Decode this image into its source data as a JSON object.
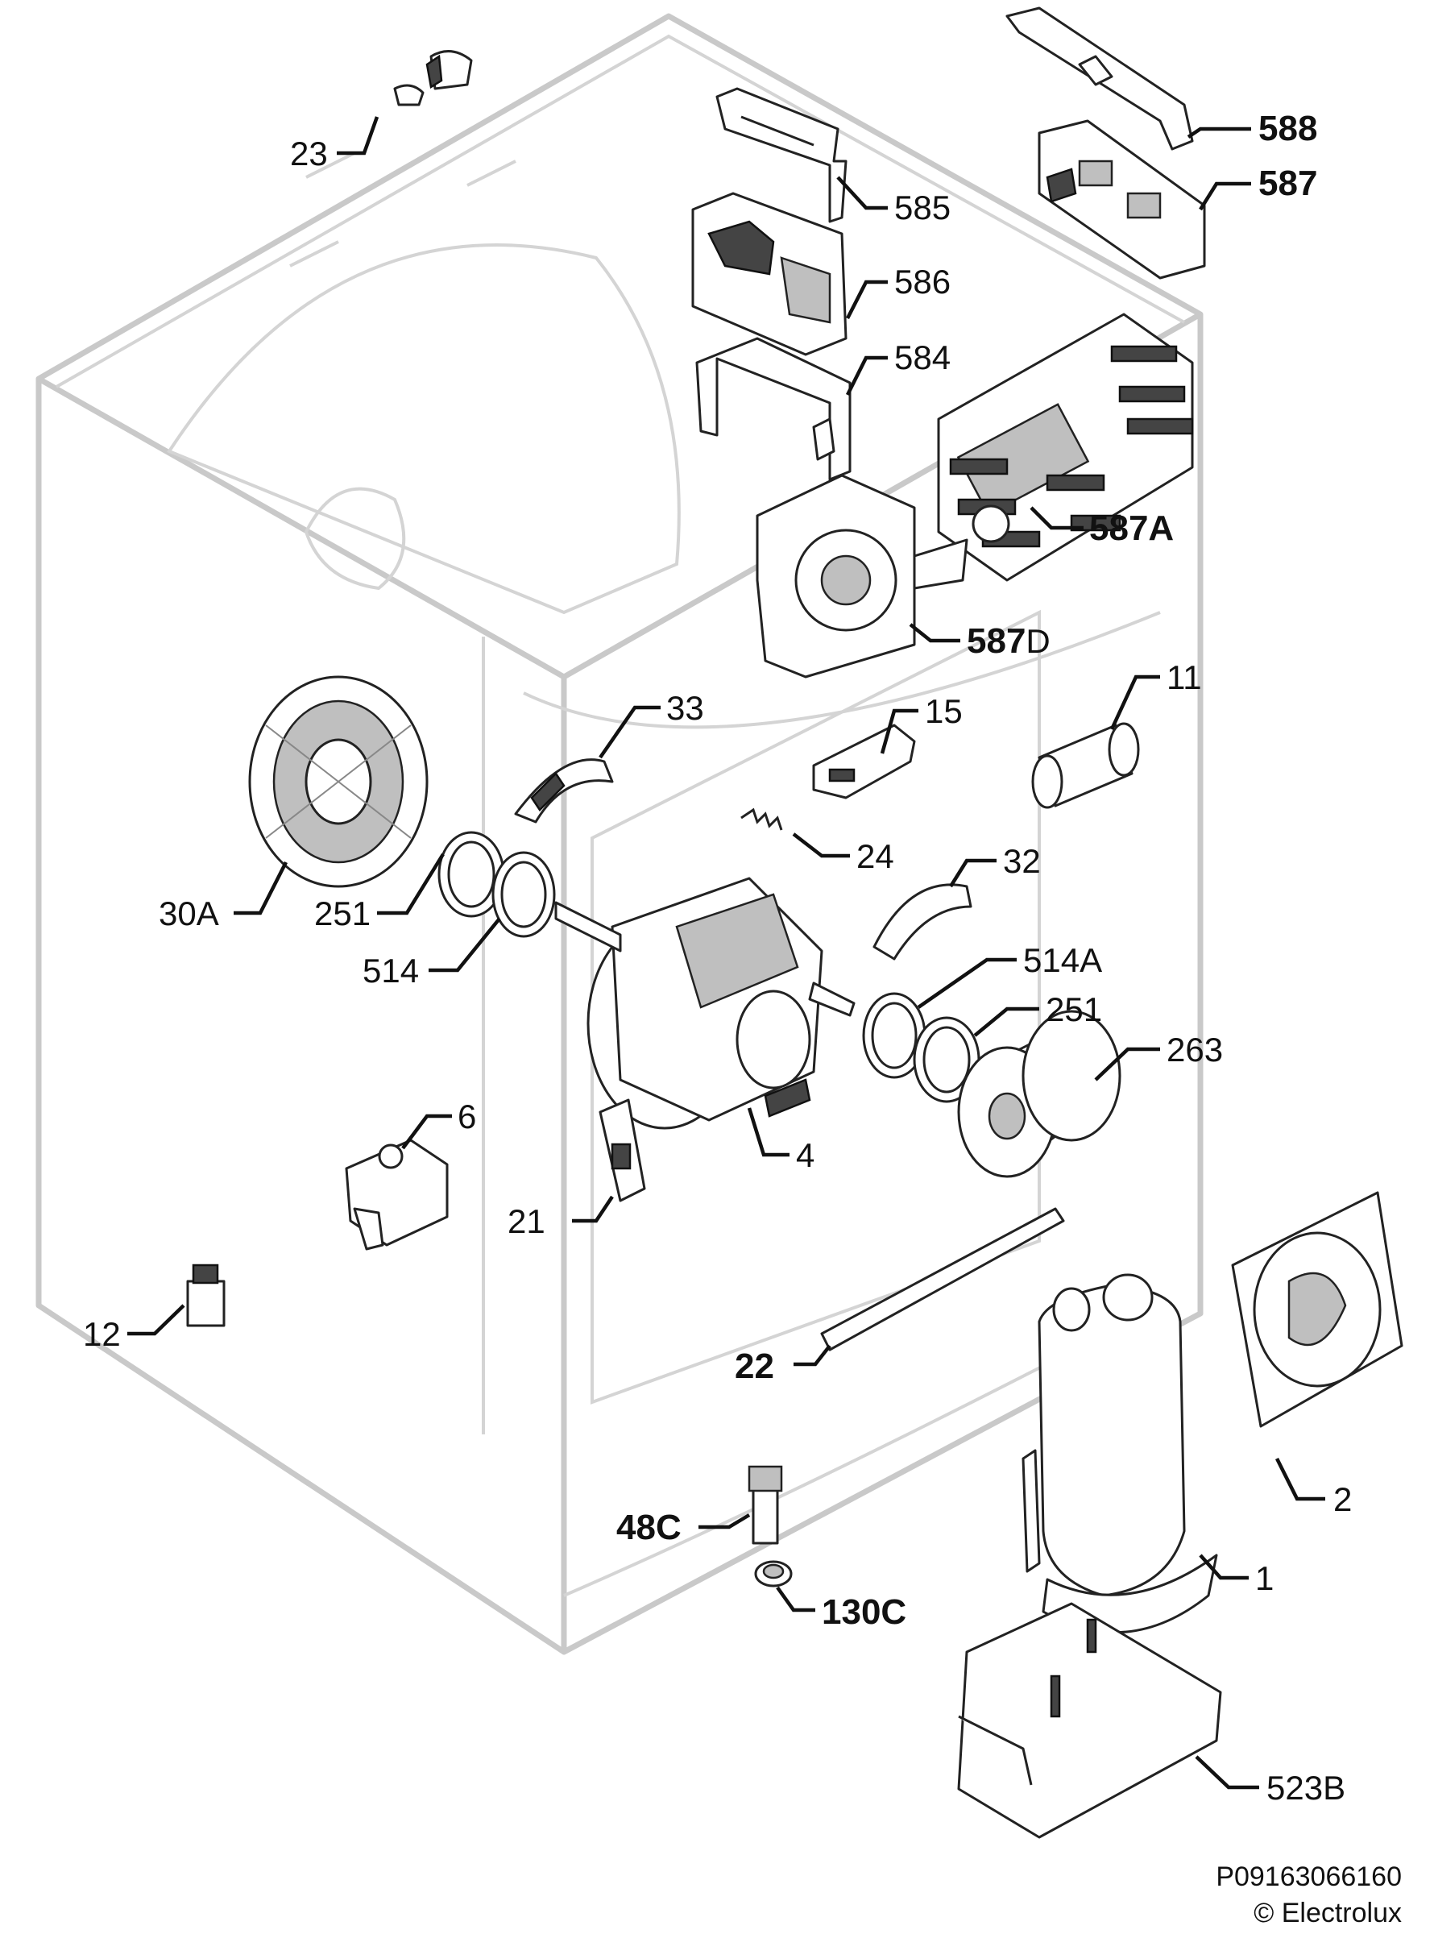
{
  "parts": [
    {
      "id": "p23",
      "label": "23",
      "bold": false
    },
    {
      "id": "p585",
      "label": "585",
      "bold": false
    },
    {
      "id": "p586",
      "label": "586",
      "bold": false
    },
    {
      "id": "p584",
      "label": "584",
      "bold": false
    },
    {
      "id": "p588",
      "label": "588",
      "bold": true
    },
    {
      "id": "p587",
      "label": "587",
      "bold": true
    },
    {
      "id": "p587A",
      "label": "587A",
      "bold": true
    },
    {
      "id": "p587D",
      "label": "587",
      "suffix": "D",
      "bold": true
    },
    {
      "id": "p33",
      "label": "33",
      "bold": false
    },
    {
      "id": "p15",
      "label": "15",
      "bold": false
    },
    {
      "id": "p11",
      "label": "11",
      "bold": false
    },
    {
      "id": "p24",
      "label": "24",
      "bold": false
    },
    {
      "id": "p30A",
      "label": "30A",
      "bold": false
    },
    {
      "id": "p251a",
      "label": "251",
      "bold": false
    },
    {
      "id": "p514",
      "label": "514",
      "bold": false
    },
    {
      "id": "p32",
      "label": "32",
      "bold": false
    },
    {
      "id": "p514A",
      "label": "514A",
      "bold": false
    },
    {
      "id": "p251b",
      "label": "251",
      "bold": false
    },
    {
      "id": "p263",
      "label": "263",
      "bold": false
    },
    {
      "id": "p6",
      "label": "6",
      "bold": false
    },
    {
      "id": "p4",
      "label": "4",
      "bold": false
    },
    {
      "id": "p21",
      "label": "21",
      "bold": false
    },
    {
      "id": "p12",
      "label": "12",
      "bold": false
    },
    {
      "id": "p22",
      "label": "22",
      "bold": true
    },
    {
      "id": "p2",
      "label": "2",
      "bold": false
    },
    {
      "id": "p48C",
      "label": "48C",
      "bold": true
    },
    {
      "id": "p1",
      "label": "1",
      "bold": false
    },
    {
      "id": "p130C",
      "label": "130C",
      "bold": true
    },
    {
      "id": "p523B",
      "label": "523B",
      "bold": false
    }
  ],
  "footer": {
    "code": "P09163066160",
    "copyright": "© Electrolux"
  }
}
